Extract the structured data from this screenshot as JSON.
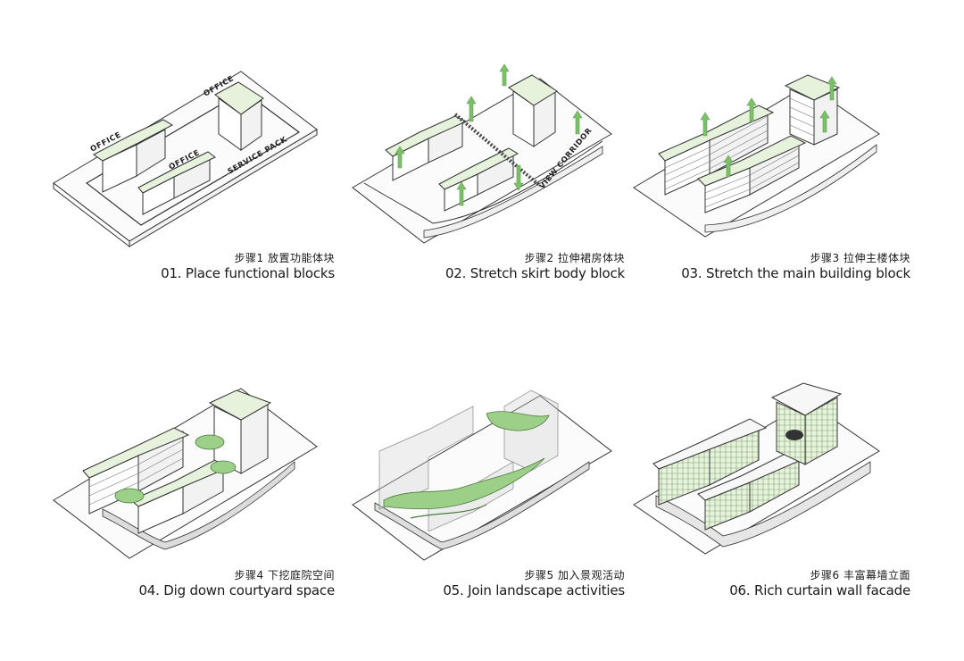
{
  "steps": [
    {
      "cn": "步骤1 放置功能体块",
      "en": "01. Place functional blocks",
      "labels": {
        "office_a": "OFFICE",
        "office_b": "OFFICE",
        "office_c": "OFFICE",
        "service": "SERVICE PACK"
      }
    },
    {
      "cn": "步骤2 拉伸裙房体块",
      "en": "02. Stretch skirt body block",
      "labels": {
        "corridor": "VIEW CORRIDOR"
      }
    },
    {
      "cn": "步骤3 拉伸主楼体块",
      "en": "03. Stretch the main building block"
    },
    {
      "cn": "步骤4 下挖庭院空间",
      "en": "04. Dig down courtyard space"
    },
    {
      "cn": "步骤5 加入景观活动",
      "en": "05. Join landscape activities"
    },
    {
      "cn": "步骤6 丰富幕墙立面",
      "en": "06. Rich curtain wall facade"
    }
  ],
  "colors": {
    "block_top": "#e6f2dc",
    "arrow": "#7cc06a",
    "line": "#333333"
  }
}
